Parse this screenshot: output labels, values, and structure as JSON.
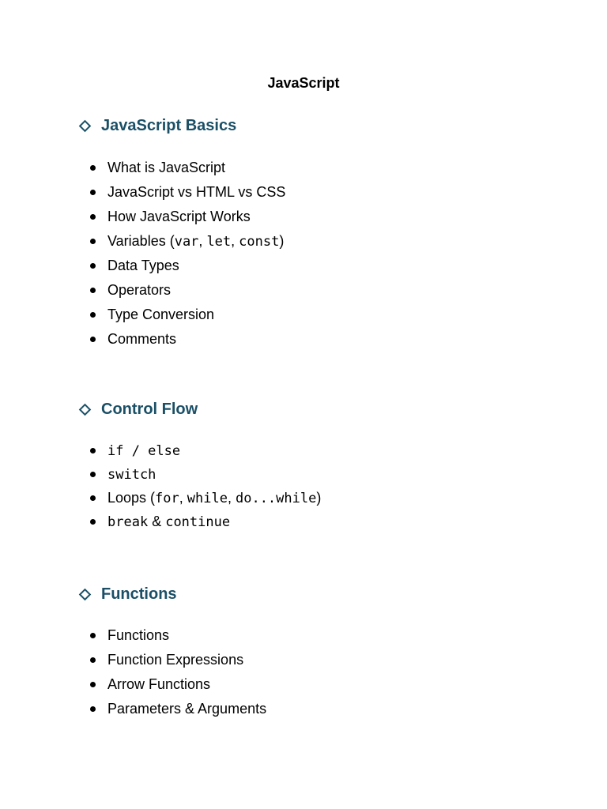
{
  "document": {
    "title": "JavaScript"
  },
  "sections": [
    {
      "heading": "JavaScript Basics",
      "items": [
        {
          "text": "What is JavaScript"
        },
        {
          "text": "JavaScript vs HTML vs CSS"
        },
        {
          "text": "How JavaScript Works"
        },
        {
          "prefix": "Variables (",
          "code1": "var",
          "sep1": ", ",
          "code2": "let",
          "sep2": ", ",
          "code3": "const",
          "suffix": ")"
        },
        {
          "text": "Data Types"
        },
        {
          "text": "Operators"
        },
        {
          "text": "Type Conversion"
        },
        {
          "text": "Comments"
        }
      ]
    },
    {
      "heading": "Control Flow",
      "items": [
        {
          "code": "if / else"
        },
        {
          "code": "switch"
        },
        {
          "prefix": "Loops (",
          "code1": "for",
          "sep1": ", ",
          "code2": "while",
          "sep2": ", ",
          "code3": "do...while",
          "suffix": ")"
        },
        {
          "code1": "break",
          "sep1": " & ",
          "code2": "continue"
        }
      ]
    },
    {
      "heading": "Functions",
      "items": [
        {
          "text": "Functions"
        },
        {
          "text": "Function Expressions"
        },
        {
          "text": "Arrow Functions"
        },
        {
          "text": "Parameters & Arguments"
        }
      ]
    }
  ]
}
